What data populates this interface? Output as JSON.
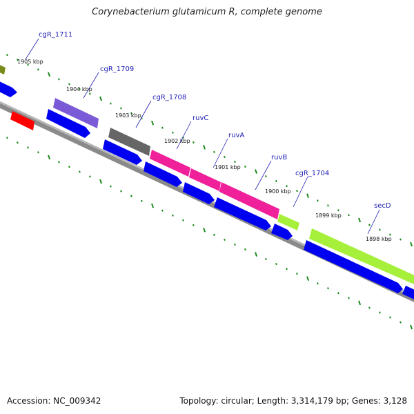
{
  "title": "Corynebacterium glutamicum R, complete genome",
  "footer": {
    "accession": "Accession: NC_009342",
    "summary": "Topology: circular; Length: 3,314,179 bp; Genes: 3,128"
  },
  "colors": {
    "backbone": "#8c8c8c",
    "cds_forward": "#0000f0",
    "tick": "#1a8a1a",
    "gene_label": "#1c1cb4",
    "red_feature": "#ff0000",
    "gray_feature": "#666666",
    "purple_feature": "#7a5ad6",
    "magenta_feature": "#f0209a",
    "green_feature": "#a6f03c",
    "olive_feature": "#7a8a1a"
  },
  "position_labels": [
    "1905 kbp",
    "1904 kbp",
    "1903 kbp",
    "1902 kbp",
    "1901 kbp",
    "1900 kbp",
    "1899 kbp",
    "1898 kbp"
  ],
  "gene_labels": [
    "cgR_1711",
    "cgR_1709",
    "cgR_1708",
    "ruvC",
    "ruvA",
    "ruvB",
    "cgR_1704",
    "secD"
  ]
}
